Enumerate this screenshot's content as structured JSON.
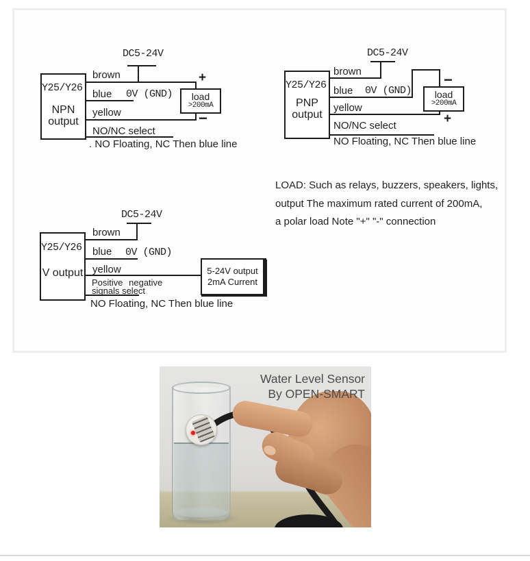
{
  "diagrams": {
    "npn": {
      "power": "DC5-24V",
      "device": "Y25/Y26",
      "type1": "NPN",
      "type2": "output",
      "brown": "brown",
      "blue": "blue",
      "gnd": "0V (GND)",
      "yellow": "yellow",
      "select": "NO/NC select",
      "note": ". NO Floating, NC Then blue line",
      "load1": "load",
      "load2": ">200mA",
      "plus": "+",
      "minus": "−"
    },
    "pnp": {
      "power": "DC5-24V",
      "device": "Y25/Y26",
      "type1": "PNP",
      "type2": "output",
      "brown": "brown",
      "blue": "blue",
      "gnd": "0V (GND)",
      "yellow": "yellow",
      "select": "NO/NC select",
      "note": "NO Floating, NC Then blue line",
      "load1": "load",
      "load2": ">200mA",
      "plus": "+",
      "minus": "−"
    },
    "vout": {
      "power": "DC5-24V",
      "device": "Y25/Y26",
      "type": "V output",
      "brown": "brown",
      "blue": "blue",
      "gnd": "0V (GND)",
      "yellow": "yellow",
      "select1": "Positive negative",
      "select2": "signals select",
      "note": "NO Floating, NC Then blue line",
      "out1": "5-24V output",
      "out2": "2mA Current"
    }
  },
  "load_note": {
    "line1": "LOAD: Such as relays, buzzers, speakers, lights,",
    "line2": "output The maximum rated current of 200mA,",
    "line3": "a polar load Note \"+\" \"-\" connection"
  },
  "photo": {
    "caption1": "Water Level Sensor",
    "caption2": "By OPEN-SMART"
  },
  "colors": {
    "ink": "#1c1c1c",
    "panel_border": "#eeeef1",
    "led_red": "#d8281c",
    "cable_black": "#1b1b1b",
    "skin": "#c68e6b",
    "table_khaki": "#b3ad8c",
    "wall_gray": "#e5e5e3"
  }
}
